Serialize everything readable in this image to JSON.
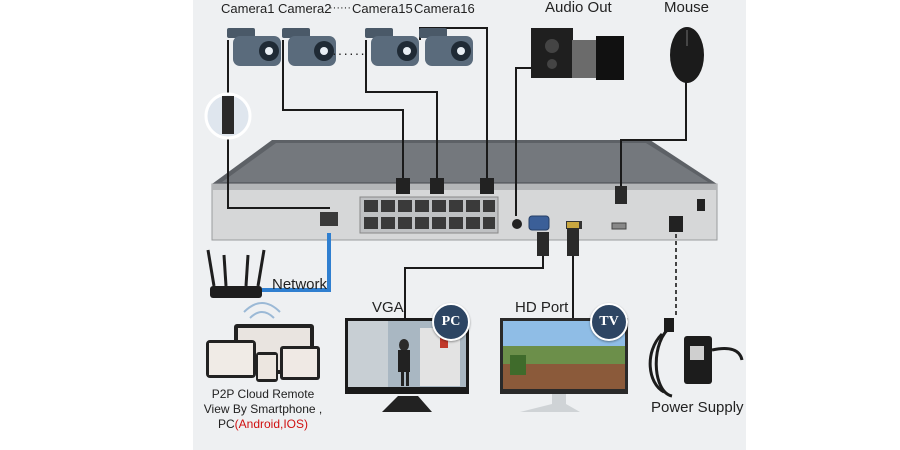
{
  "cameras": [
    {
      "label": "Camera1"
    },
    {
      "label": "Camera2"
    },
    {
      "label": "Camera15"
    },
    {
      "label": "Camera16"
    }
  ],
  "camera_ellipsis": "······",
  "labels": {
    "audio_out": "Audio Out",
    "mouse": "Mouse",
    "network": "Network",
    "vga": "VGA",
    "hd_port": "HD Port",
    "power_supply": "Power Supply",
    "pc_badge": "PC",
    "tv_badge": "TV"
  },
  "p2p": {
    "line1": "P2P Cloud Remote",
    "line2": "View By Smartphone ,",
    "line3_prefix": "PC",
    "line3_platforms": "(Android,IOS)"
  },
  "colors": {
    "panel_bg": "#eef0f2",
    "nvr_body": "#6b6f74",
    "nvr_front": "#d9dadb",
    "cable": "#1a1a1a",
    "network_cable": "#2f7fd0",
    "badge": "#2d4563",
    "accent_red": "#d01010"
  }
}
